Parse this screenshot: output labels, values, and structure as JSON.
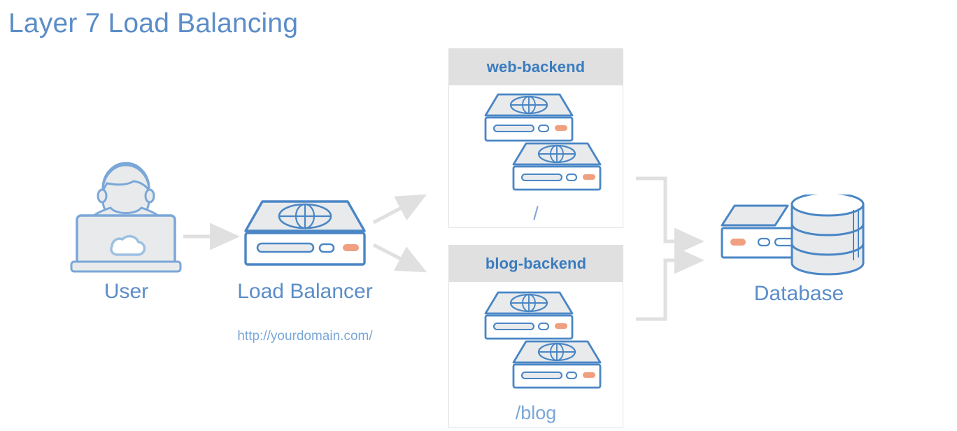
{
  "diagram": {
    "title": "Layer 7 Load Balancing",
    "type": "network-architecture-diagram",
    "background_color": "#ffffff"
  },
  "colors": {
    "title_blue": "#5b8dc8",
    "label_blue": "#5b8dc8",
    "sublabel_blue": "#7aa7d8",
    "header_text_blue": "#3b7cbf",
    "icon_stroke": "#4a86c5",
    "icon_fill": "#e8eaec",
    "accent_orange": "#f0a080",
    "connector_gray": "#e0e0e0",
    "card_header_gray": "#e0e0e0",
    "card_border_gray": "#e2e2e2"
  },
  "nodes": {
    "user": {
      "label": "User",
      "icon": "user-laptop-icon"
    },
    "load_balancer": {
      "label": "Load Balancer",
      "sub_label": "http://yourdomain.com/",
      "icon": "server-globe-icon"
    },
    "database": {
      "label": "Database",
      "icon": "database-cylinder-icon"
    }
  },
  "groups": [
    {
      "id": "web-backend",
      "header": "web-backend",
      "path": "/",
      "server_count": 2,
      "icon": "server-globe-icon"
    },
    {
      "id": "blog-backend",
      "header": "blog-backend",
      "path": "/blog",
      "server_count": 2,
      "icon": "server-globe-icon"
    }
  ],
  "connectors": [
    {
      "id": "user-to-lb",
      "from": "user",
      "to": "load_balancer",
      "style": "straight-arrow"
    },
    {
      "id": "lb-to-web",
      "from": "load_balancer",
      "to": "web-backend",
      "style": "diagonal-arrow-up"
    },
    {
      "id": "lb-to-blog",
      "from": "load_balancer",
      "to": "blog-backend",
      "style": "diagonal-arrow-down"
    },
    {
      "id": "web-to-db",
      "from": "web-backend",
      "to": "database",
      "style": "elbow-arrow"
    },
    {
      "id": "blog-to-db",
      "from": "blog-backend",
      "to": "database",
      "style": "elbow-arrow"
    }
  ]
}
